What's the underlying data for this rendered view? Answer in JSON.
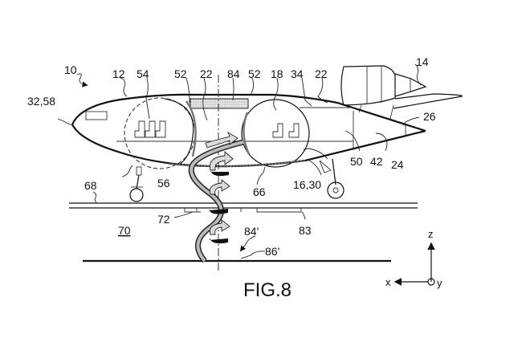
{
  "figure": {
    "title": "FIG.8",
    "description": "Side view of an aircraft fuselage with cabin sections and a helical escape slide deployed to the ground",
    "labels": {
      "l10": "10",
      "l12": "12",
      "l14": "14",
      "l18": "18",
      "l22a": "22",
      "l22b": "22",
      "l24": "24",
      "l26": "26",
      "l3258": "32,58",
      "l34": "34",
      "l42": "42",
      "l50": "50",
      "l52a": "52",
      "l52b": "52",
      "l54": "54",
      "l56": "56",
      "l66": "66",
      "l68": "68",
      "l70": "70",
      "l72": "72",
      "l83": "83",
      "l84": "84",
      "l84p": "84'",
      "l86p": "86'",
      "l1630": "16,30"
    },
    "axes": {
      "x": "x",
      "y": "y",
      "z": "z"
    }
  }
}
